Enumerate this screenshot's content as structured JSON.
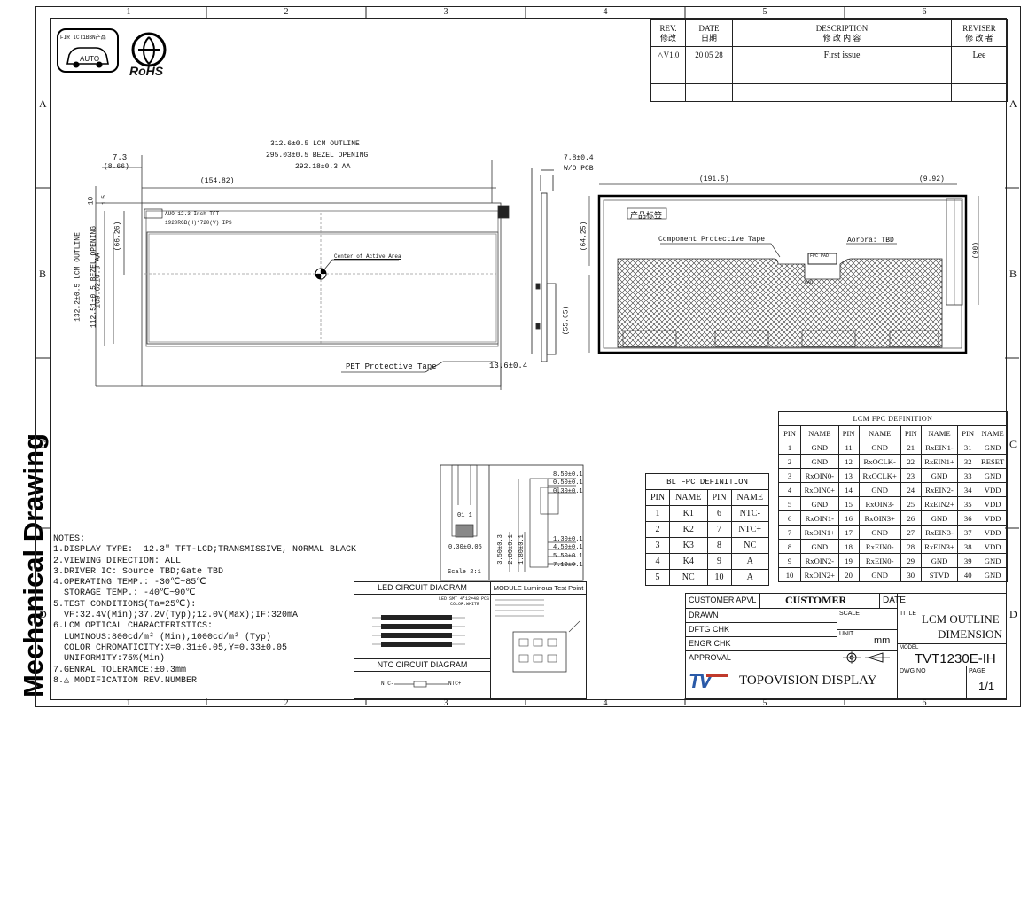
{
  "side_title": "Mechanical Drawing",
  "zones": {
    "cols": [
      "1",
      "2",
      "3",
      "4",
      "5",
      "6"
    ],
    "rows": [
      "A",
      "B",
      "C",
      "D"
    ]
  },
  "logos": {
    "auto_cert": "FIR ICT1BBN产品",
    "auto_label": "AUTO",
    "rohs": "RoHS"
  },
  "revision": {
    "headers": {
      "rev": "REV.",
      "rev_cn": "修改",
      "date": "DATE",
      "date_cn": "日期",
      "desc": "DESCRIPTION",
      "desc_cn": "修 改 内 容",
      "reviser": "REVISER",
      "reviser_cn": "修 改 者"
    },
    "rows": [
      {
        "rev": "V1.0",
        "date": "20 05 28",
        "desc": "First issue",
        "reviser": "Lee"
      }
    ]
  },
  "dims": {
    "lcm_outline": "312.6±0.5 LCM OUTLINE",
    "bezel": "295.03±0.5 BEZEL OPENING",
    "aa": "292.18±0.3 AA",
    "d7_3": "7.3",
    "d8_66": "(8.66)",
    "d154": "(154.82)",
    "d10": "10",
    "d1_5": "1.5",
    "d66": "(66.26)",
    "h_lcm": "132.2±0.5 LCM OUTLINE",
    "h_bezel": "112.51±0.5 BEZEL OPENING",
    "h_aa": "109.62±0.3 AA",
    "lcd_label1": "AUO 12.3 Inch TFT",
    "lcd_label2": "1920RGB(H)*720(V) IPS",
    "center": "Center of Active Area",
    "pet": "PET Protective Tape",
    "d13": "13.6±0.4",
    "d7_8": "7.8±0.4",
    "wo_pcb": "W/O PCB",
    "d191": "(191.5)",
    "d9_92": "(9.92)",
    "d64": "(64.25)",
    "d90": "(90)",
    "d55": "(55.65)",
    "label_cn": "产品标签",
    "cpt": "Component Protective Tape",
    "aurora": "Aorora: TBD",
    "fpc_mark": "FPC PAD",
    "pad": "PAD"
  },
  "detail": {
    "d8_50": "8.50±0.1",
    "d0_50": "0.50±0.1",
    "d0_30": "0.30±0.1",
    "d1_30": "1.30±0.1",
    "d4_50": "4.50±0.1",
    "d5_50": "5.50±0.1",
    "d7_10": "7.10±0.1",
    "d3_50": "3.50±0.3",
    "d2_80": "2.80±0.1",
    "d1_80": "1.80±0.1",
    "d0_30b": "0.30±0.05",
    "pin": "01 1",
    "scale": "Scale 2:1"
  },
  "notes": [
    "NOTES:",
    "1.DISPLAY TYPE:  12.3\" TFT-LCD;TRANSMISSIVE, NORMAL BLACK",
    "2.VIEWING DIRECTION: ALL",
    "3.DRIVER IC: Source TBD;Gate TBD",
    "4.OPERATING TEMP.: -30℃~85℃",
    "  STORAGE TEMP.: -40℃~90℃",
    "5.TEST CONDITIONS(Ta=25℃):",
    "  VF:32.4V(Min);37.2V(Typ);12.0V(Max);IF:320mA",
    "6.LCM OPTICAL CHARACTERISTICS:",
    "  LUMINOUS:800cd/m² (Min),1000cd/m² (Typ)",
    "  COLOR CHROMATICITY:X=0.31±0.05,Y=0.33±0.05",
    "  UNIFORMITY:75%(Min)",
    "7.GENRAL TOLERANCE:±0.3mm",
    "8.△ MODIFICATION REV.NUMBER"
  ],
  "led": {
    "title": "LED CIRCUIT DIAGRAM",
    "sub1": "LED SMT 4*12=48 PCS",
    "sub2": "COLOR:WHITE",
    "ntc_title": "NTC CIRCUIT DIAGRAM",
    "ntc_minus": "NTC-",
    "ntc_plus": "NTC+"
  },
  "module": {
    "title": "MODULE Luminous Test Point"
  },
  "bl_fpc": {
    "caption": "BL FPC DEFINITION",
    "headers": [
      "PIN",
      "NAME",
      "PIN",
      "NAME"
    ],
    "rows": [
      [
        "1",
        "K1",
        "6",
        "NTC-"
      ],
      [
        "2",
        "K2",
        "7",
        "NTC+"
      ],
      [
        "3",
        "K3",
        "8",
        "NC"
      ],
      [
        "4",
        "K4",
        "9",
        "A"
      ],
      [
        "5",
        "NC",
        "10",
        "A"
      ]
    ]
  },
  "lcm_fpc": {
    "caption": "LCM FPC DEFINITION",
    "headers": [
      "PIN",
      "NAME",
      "PIN",
      "NAME",
      "PIN",
      "NAME",
      "PIN",
      "NAME"
    ],
    "rows": [
      [
        "1",
        "GND",
        "11",
        "GND",
        "21",
        "RxEIN1-",
        "31",
        "GND"
      ],
      [
        "2",
        "GND",
        "12",
        "RxOCLK-",
        "22",
        "RxEIN1+",
        "32",
        "RESET"
      ],
      [
        "3",
        "RxOIN0-",
        "13",
        "RxOCLK+",
        "23",
        "GND",
        "33",
        "GND"
      ],
      [
        "4",
        "RxOIN0+",
        "14",
        "GND",
        "24",
        "RxEIN2-",
        "34",
        "VDD"
      ],
      [
        "5",
        "GND",
        "15",
        "RxOIN3-",
        "25",
        "RxEIN2+",
        "35",
        "VDD"
      ],
      [
        "6",
        "RxOIN1-",
        "16",
        "RxOIN3+",
        "26",
        "GND",
        "36",
        "VDD"
      ],
      [
        "7",
        "RxOIN1+",
        "17",
        "GND",
        "27",
        "RxEIN3-",
        "37",
        "VDD"
      ],
      [
        "8",
        "GND",
        "18",
        "RxEIN0-",
        "28",
        "RxEIN3+",
        "38",
        "VDD"
      ],
      [
        "9",
        "RxOIN2-",
        "19",
        "RxEIN0-",
        "29",
        "GND",
        "39",
        "GND"
      ],
      [
        "10",
        "RxOIN2+",
        "20",
        "GND",
        "30",
        "STVD",
        "40",
        "GND"
      ]
    ]
  },
  "title_block": {
    "customer_apvl": "CUSTOMER APVL",
    "customer": "CUSTOMER",
    "date": "DATE",
    "drawn": "DRAWN",
    "dftg": "DFTG CHK",
    "engr": "ENGR CHK",
    "approval": "APPROVAL",
    "scale": "SCALE",
    "unit": "UNIT",
    "mm": "mm",
    "title_lbl": "TITLE",
    "title1": "LCM OUTLINE",
    "title2": "DIMENSION",
    "model_lbl": "MODEL",
    "model": "TVT1230E-IH",
    "dwg": "DWG NO",
    "page_lbl": "PAGE",
    "page": "1/1",
    "brand_logo": "TV",
    "brand": "TOPOVISION DISPLAY"
  }
}
